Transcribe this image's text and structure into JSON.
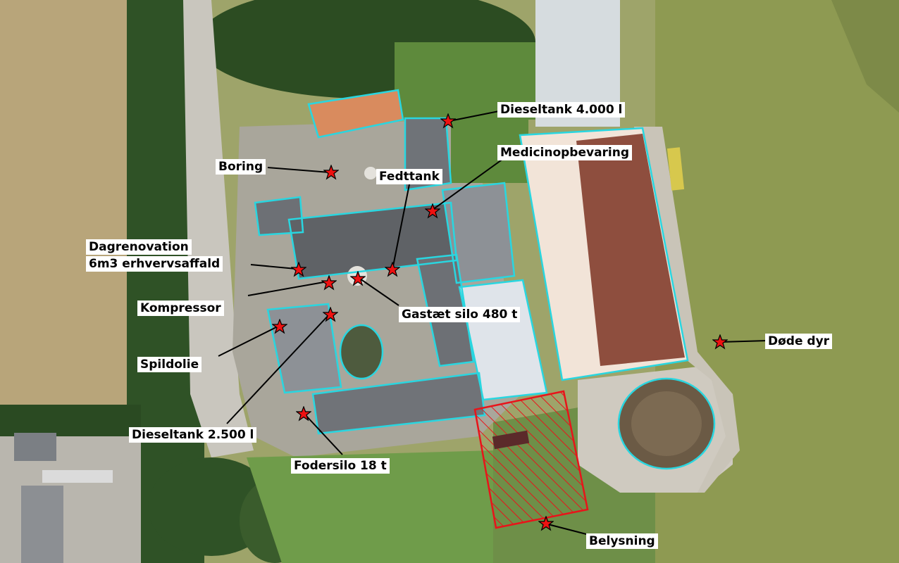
{
  "labels": {
    "dieseltank_4000": "Dieseltank 4.000 l",
    "medicinopbevaring": "Medicinopbevaring",
    "boring": "Boring",
    "fedttank": "Fedttank",
    "dagrenovation": "Dagrenovation",
    "erhvervsaffald": "6m3 erhvervsaffald",
    "kompressor": "Kompressor",
    "gastaet_silo": "Gastæt silo 480 t",
    "spildolie": "Spildolie",
    "dieseltank_2500": "Dieseltank 2.500 l",
    "fodersilo": "Fodersilo 18 t",
    "doede_dyr": "Døde dyr",
    "belysning": "Belysning"
  },
  "colors": {
    "field_wheat": "#b8a57a",
    "field_green": "#8e9a52",
    "grass": "#5e8a3c",
    "trees": "#2f5226",
    "yard": "#a9a69b",
    "road": "#c9c6be",
    "building_outline": "#29d6e0",
    "hatched_area": "#e8141a",
    "marker_fill": "#e11",
    "marker_stroke": "#000000",
    "leader_line": "#000000"
  },
  "icons": {
    "marker": "red-star-icon"
  }
}
